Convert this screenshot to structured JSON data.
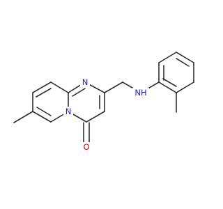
{
  "molecule": {
    "atom_labels": {
      "n_ring": "N",
      "n_bridge": "N",
      "n_amine": "NH",
      "o_carbonyl": "O"
    },
    "colors": {
      "background": "#ffffff",
      "bond": "#2d2d2d",
      "nitrogen": "#1f1fc8",
      "oxygen": "#e00000"
    }
  }
}
